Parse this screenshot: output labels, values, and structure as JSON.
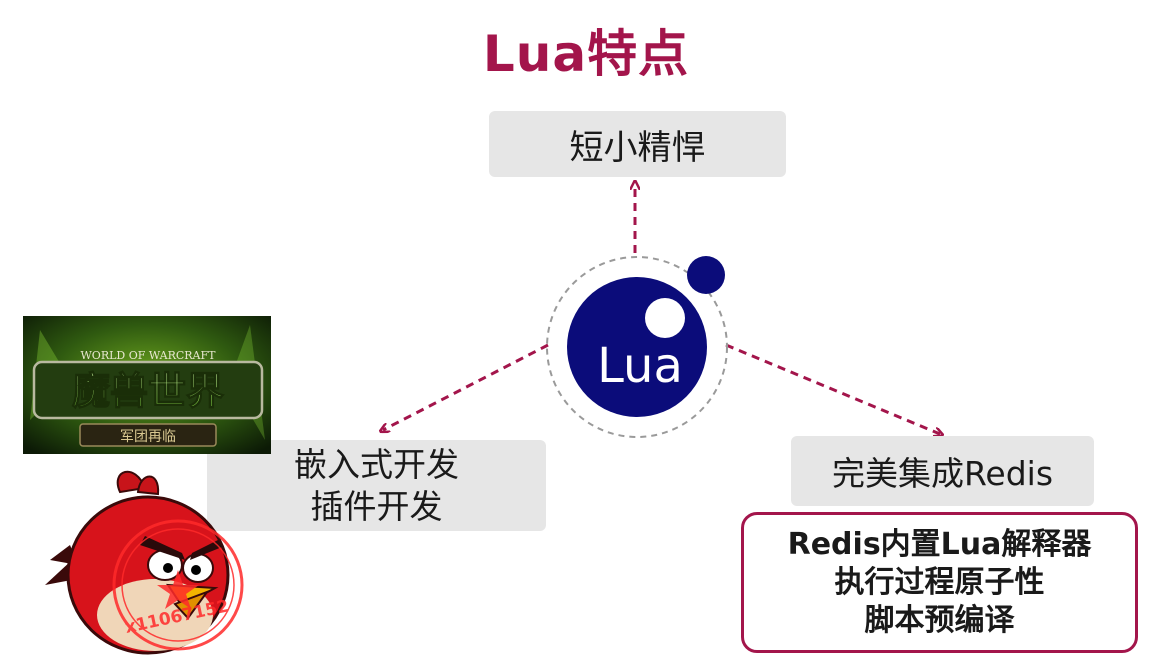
{
  "slide": {
    "title": "Lua特点",
    "accent_color": "#a3154b",
    "logo_color": "#0b0c7a"
  },
  "logo": {
    "text": "Lua"
  },
  "features": {
    "top": "短小精悍",
    "left_line1": "嵌入式开发",
    "left_line2": "插件开发",
    "right": "完美集成Redis",
    "details": [
      "Redis内置Lua解释器",
      "执行过程原子性",
      "脚本预编译"
    ]
  },
  "images": {
    "wow_logo": {
      "name": "world-of-warcraft-logo",
      "text": "WORLD OF WARCRAFT",
      "title": "魔兽世界",
      "subtitle": "军团再临"
    },
    "angry_bird": {
      "name": "angry-bird-image"
    },
    "watermark": {
      "text": "x11067152"
    }
  }
}
